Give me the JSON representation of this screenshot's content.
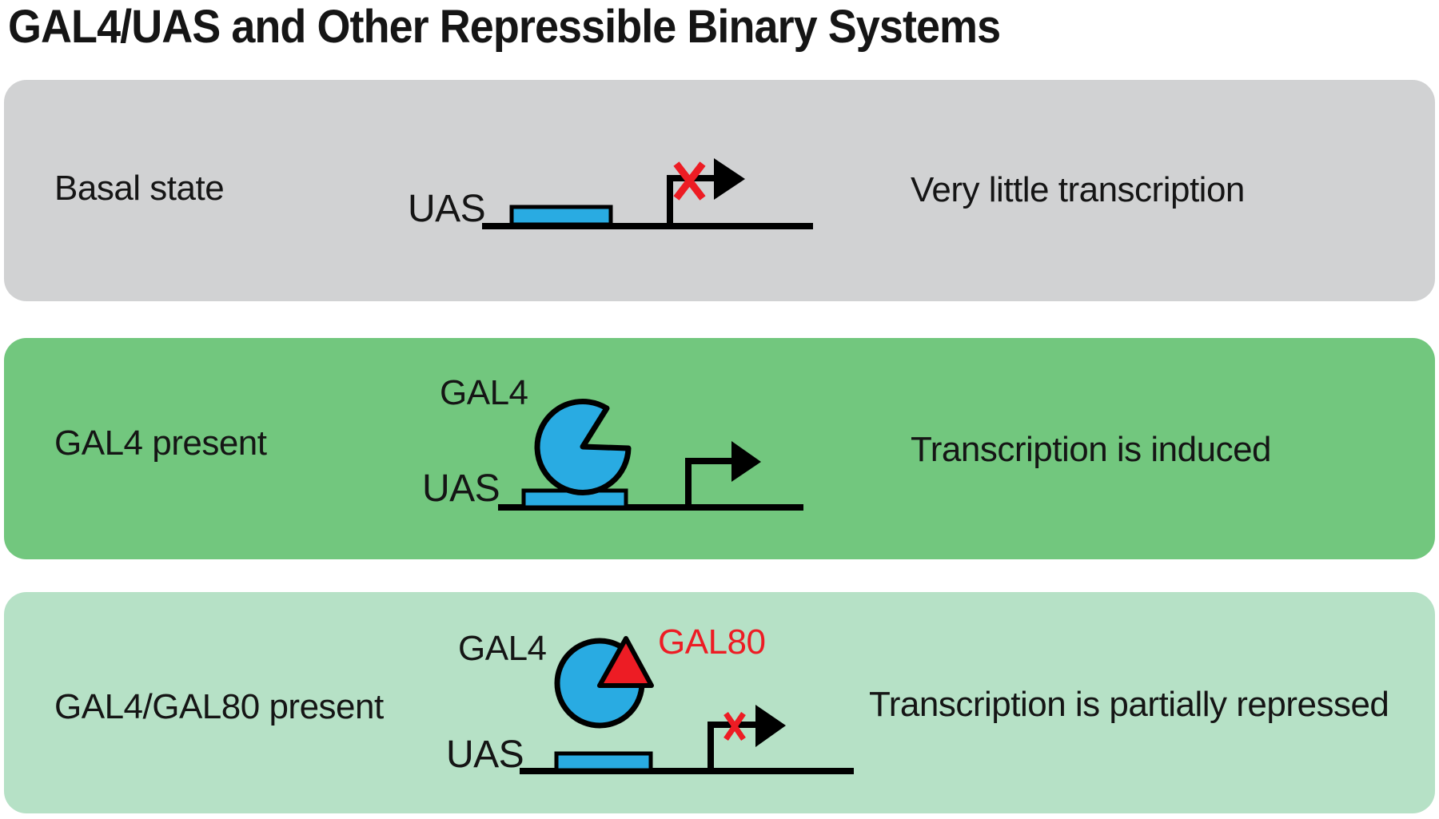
{
  "title": "GAL4/UAS and Other Repressible Binary Systems",
  "colors": {
    "panel_basal_bg": "#d1d2d3",
    "panel_gal4_bg": "#72c77e",
    "panel_gal80_bg": "#b6e1c6",
    "uas_gal4_blue": "#29abe2",
    "repression_red": "#ed1c24",
    "line_black": "#000000"
  },
  "panels": [
    {
      "id": "basal",
      "state_label": "Basal state",
      "uas_label": "UAS",
      "result_label": "Very little transcription",
      "promoter_blocked": "yes"
    },
    {
      "id": "gal4",
      "state_label": "GAL4 present",
      "gal4_label": "GAL4",
      "uas_label": "UAS",
      "result_label": "Transcription is induced",
      "promoter_blocked": "no"
    },
    {
      "id": "gal4_gal80",
      "state_label": "GAL4/GAL80 present",
      "gal4_label": "GAL4",
      "gal80_label": "GAL80",
      "uas_label": "UAS",
      "result_label": "Transcription is partially repressed",
      "promoter_blocked": "partially"
    }
  ]
}
